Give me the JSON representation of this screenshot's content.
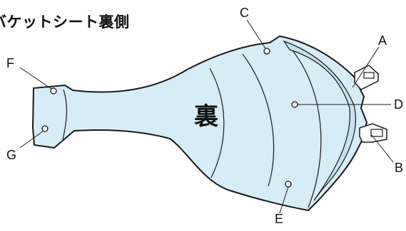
{
  "diagram": {
    "title": "バケットシート裏側",
    "center_label": "裏",
    "callouts": {
      "A": "A",
      "B": "B",
      "C": "C",
      "D": "D",
      "E": "E",
      "F": "F",
      "G": "G"
    }
  },
  "colors": {
    "seat_fill": "#d6ecf6",
    "outline": "#1a1a1a",
    "bolt_fill": "#ffffff"
  }
}
